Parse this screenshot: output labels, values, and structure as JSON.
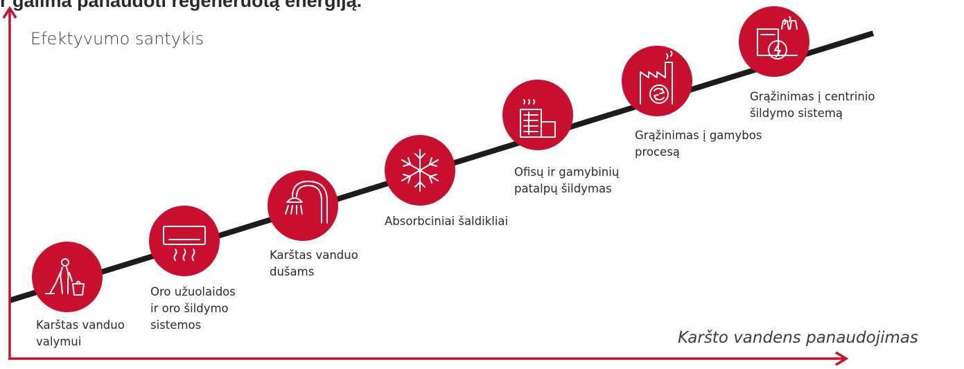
{
  "title": "r galima panaudoti regeneruotą energiją.",
  "y_axis_label": "Efektyvumo santykis",
  "x_axis_label": "Karšto vandens panaudojimas",
  "colors": {
    "accent": "#c8102e",
    "line": "#1c1c1c",
    "text": "#2a2a2a"
  },
  "steps": [
    {
      "label": "Karštas vanduo\nvalymui",
      "icon": "cleaning-person-icon"
    },
    {
      "label": "Oro užuolaidos\nir oro šildymo\nsistemos",
      "icon": "air-conditioner-icon"
    },
    {
      "label": "Karštas vanduo\ndušams",
      "icon": "shower-icon"
    },
    {
      "label": "Absorbciniai šaldikliai",
      "icon": "snowflake-icon"
    },
    {
      "label": "Ofisų ir gamybinių\npatalpų šildymas",
      "icon": "heated-building-icon"
    },
    {
      "label": "Grąžinimas į gamybos\nprocesą",
      "icon": "factory-recycle-icon"
    },
    {
      "label": "Grąžinimas į centrinio\nšildymo sistemą",
      "icon": "power-plant-icon"
    }
  ]
}
